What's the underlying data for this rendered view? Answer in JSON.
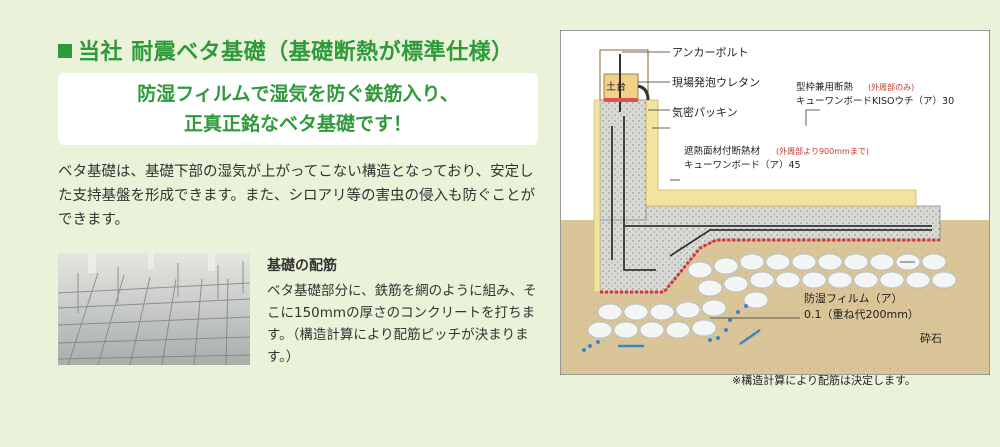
{
  "title": "当社 耐震ベタ基礎（基礎断熱が標準仕様）",
  "callout": {
    "line1": "防湿フィルムで湿気を防ぐ鉄筋入り、",
    "line2": "正真正銘なベタ基礎です！"
  },
  "description": "ベタ基礎は、基礎下部の湿気が上がってこない構造となっており、安定した支持基盤を形成できます。また、シロアリ等の害虫の侵入も防ぐことができます。",
  "rebar": {
    "title": "基礎の配筋",
    "text": "ベタ基礎部分に、鉄筋を網のように組み、そこに150mmの厚さのコンクリートを打ちます。（構造計算により配筋ピッチが決まります。）"
  },
  "diagram": {
    "anchor_bolt": "アンカーボルト",
    "sill": "土台",
    "urethane": "現場発泡ウレタン",
    "formwork_insulation": "型枠兼用断熱",
    "formwork_insulation_note": "(外周部のみ)",
    "formwork_product": "キューワンボードKISOウチ（ア）30",
    "airtight_packing": "気密パッキン",
    "shield_insulation": "遮熱面材付断熱材",
    "shield_insulation_note": "(外周部より900mmまで)",
    "shield_product": "キューワンボード（ア）45",
    "moisture_film": "防湿フィルム（ア）",
    "moisture_film_spec": "0.1（重ね代200mm）",
    "gravel": "砕石"
  },
  "footnote": "※構造計算により配筋は決定します。",
  "colors": {
    "accent_green": "#2f9a3a",
    "background": "#eaf3d9",
    "insulation_yellow": "#f3e3a0",
    "film_red": "#d9332f",
    "moisture_blue": "#3a86c8"
  }
}
